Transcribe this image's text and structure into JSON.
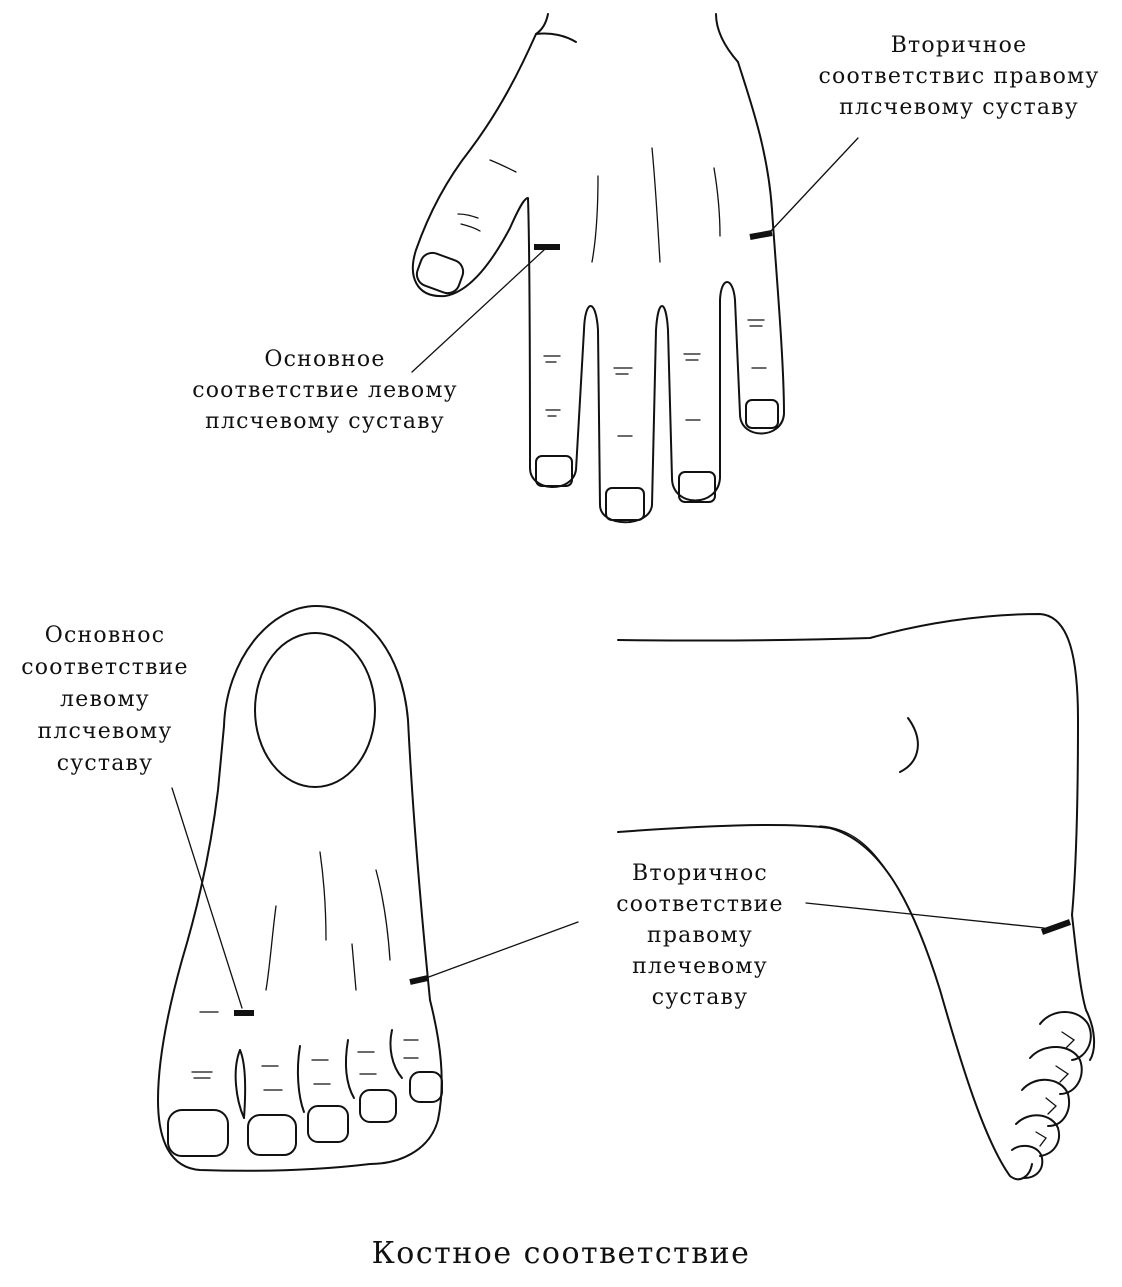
{
  "labels": {
    "hand_secondary": [
      "Вторичное",
      "соответствис правому",
      "плсчевому суставу"
    ],
    "hand_primary": [
      "Основное",
      "соответствие левому",
      "плсчевому суставу"
    ],
    "foot_primary": [
      "Основнос",
      "соответствие",
      "левому",
      "плсчевому",
      "суставу"
    ],
    "foot_secondary": [
      "Вторичнос",
      "соответствие",
      "правому",
      "плечевому",
      "суставу"
    ]
  },
  "caption": "Костное соответствие"
}
